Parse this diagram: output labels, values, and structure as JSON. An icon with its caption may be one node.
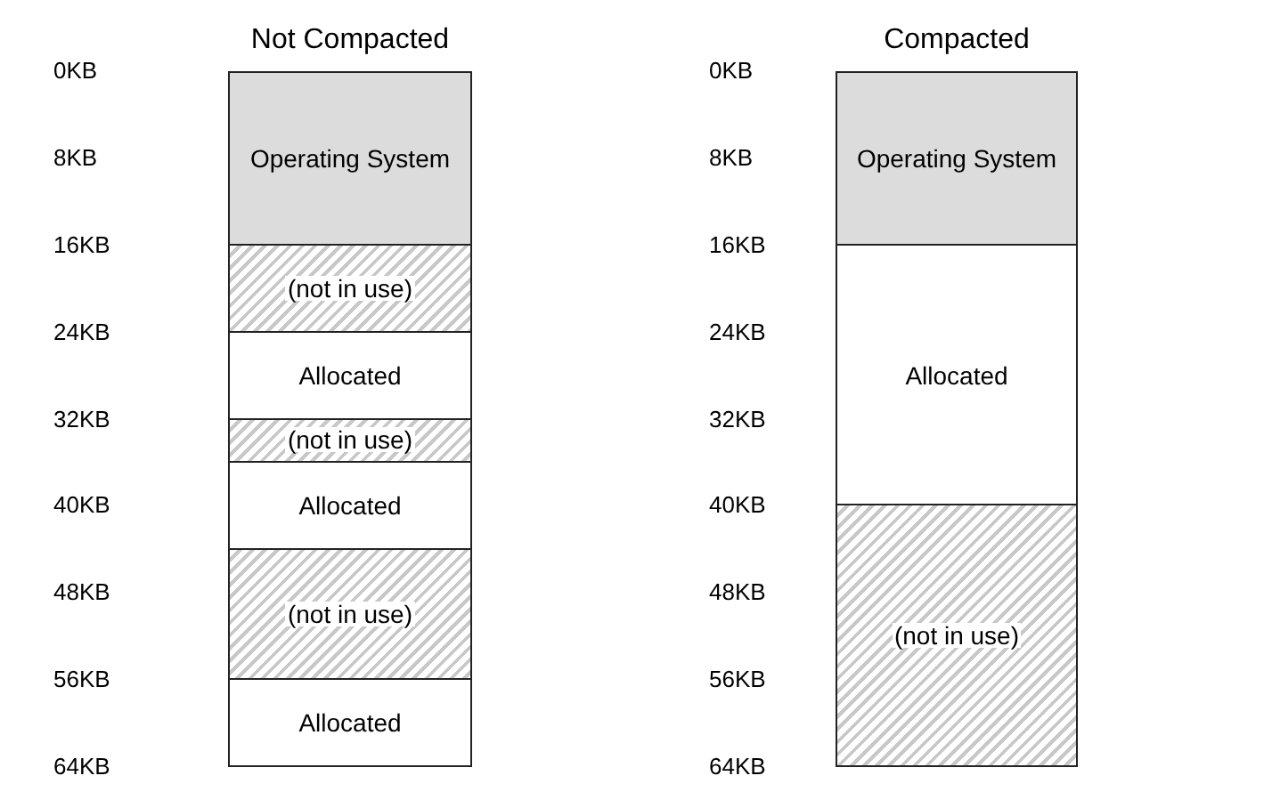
{
  "diagram": {
    "nodes": [
      {
        "text": [
          "Not Compacted"
        ]
      },
      {
        "text": [
          "Operating System"
        ],
        "in": 0
      },
      {
        "text": [
          "(not in use)"
        ],
        "in": 0
      },
      {
        "text": [
          "Allocated"
        ],
        "in": 0
      },
      {
        "text": [
          "(not in use)"
        ],
        "in": 0
      },
      {
        "text": [
          "Allocated"
        ],
        "in": 0
      },
      {
        "text": [
          "(not in use)"
        ],
        "in": 0
      },
      {
        "text": [
          "Allocated"
        ],
        "in": 0
      },
      {
        "text": [
          "Compacted"
        ]
      },
      {
        "text": [
          "Operating System"
        ],
        "in": 8
      },
      {
        "text": [
          "Allocated"
        ],
        "in": 8
      },
      {
        "text": [
          "(not in use)"
        ],
        "in": 8
      }
    ],
    "edges": [],
    "labels": [
      "0KB",
      "8KB",
      "16KB",
      "24KB",
      "32KB",
      "40KB",
      "48KB",
      "56KB",
      "64KB",
      "0KB",
      "8KB",
      "16KB",
      "24KB",
      "32KB",
      "40KB",
      "48KB",
      "56KB",
      "64KB"
    ]
  }
}
